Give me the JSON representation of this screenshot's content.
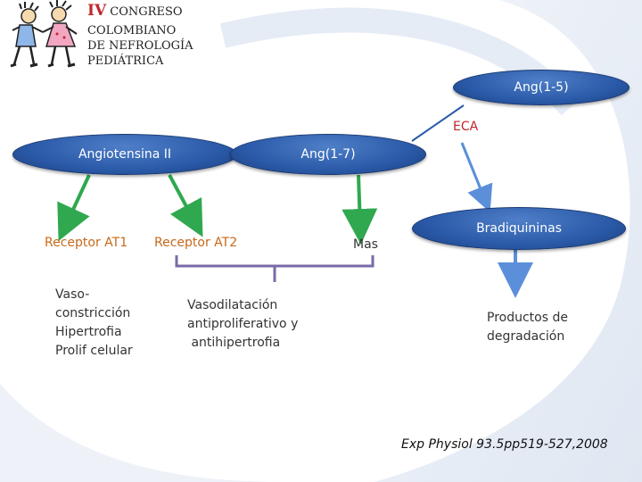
{
  "header": {
    "roman": "IV",
    "line1": "CONGRESO",
    "line2": "COLOMBIANO",
    "line3": "DE NEFROLOGÍA",
    "line4": "PEDIÁTRICA"
  },
  "nodes": {
    "ang15": "Ang(1-5)",
    "angII": "Angiotensina II",
    "ang17": "Ang(1-7)",
    "bradiquininas": "Bradiquininas"
  },
  "labels": {
    "eca": "ECA",
    "at1": "Receptor AT1",
    "at2": "Receptor AT2",
    "mas": "Mas"
  },
  "effects": {
    "at1": [
      "Vaso-",
      "constricción",
      "Hipertrofia",
      "Prolif celular"
    ],
    "at2mas": [
      "Vasodilatación",
      "antiproliferativo y",
      " antihipertrofia"
    ],
    "brad": [
      "Productos de",
      "degradación"
    ]
  },
  "citation": "Exp Physiol 93.5pp519-527,2008",
  "colors": {
    "node": "#2a5aa8",
    "arrow_green": "#2fa84f",
    "arrow_blue": "#5b8fd9",
    "bracket": "#7a6aa8",
    "orange": "#c7691a",
    "red": "#c0262b"
  }
}
